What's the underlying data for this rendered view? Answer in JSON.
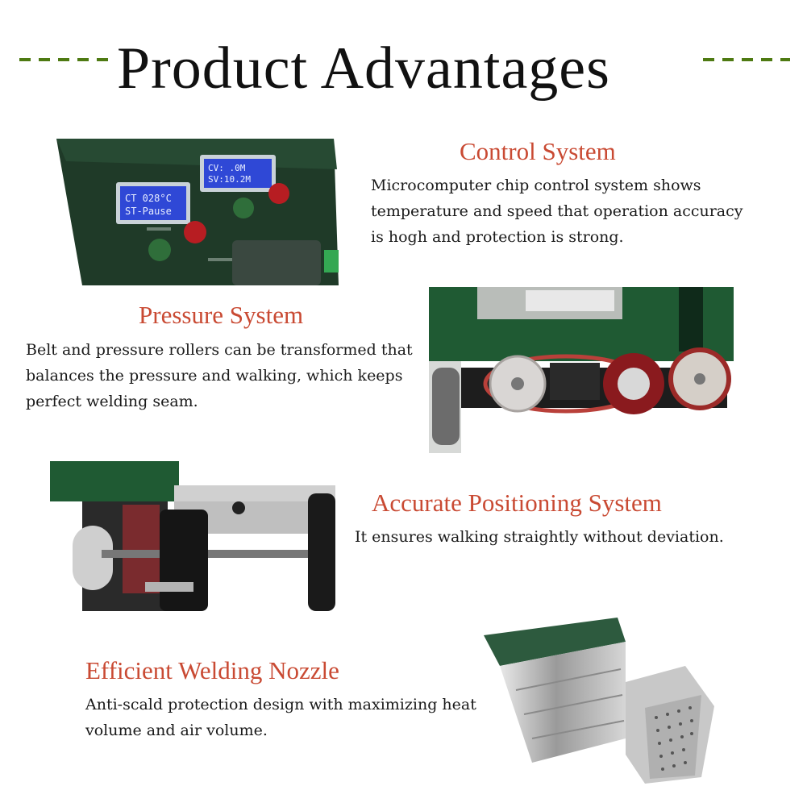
{
  "title": "Product Advantages",
  "colors": {
    "accent_dash": "#4e7a12",
    "heading": "#c94a33",
    "machine_green": "#1f5a33"
  },
  "sections": [
    {
      "heading": "Control System",
      "body": "Microcomputer chip control system shows temperature and speed that operation accuracy is hogh and protection is strong.",
      "image": "control-panel-photo",
      "lcd_left": [
        "CT 028°C",
        "ST-Pause"
      ],
      "lcd_right": [
        "CV: .0M",
        "SV:10.2M"
      ]
    },
    {
      "heading": "Pressure System",
      "body": "Belt and pressure rollers can be transformed that balances the pressure and walking, which keeps perfect welding seam.",
      "image": "pressure-rollers-photo"
    },
    {
      "heading": "Accurate Positioning System",
      "body": "It ensures walking straightly without deviation.",
      "image": "positioning-guide-photo"
    },
    {
      "heading": "Efficient Welding Nozzle",
      "body": "Anti-scald protection design with maximizing heat volume and air volume.",
      "image": "welding-nozzle-photo"
    }
  ]
}
